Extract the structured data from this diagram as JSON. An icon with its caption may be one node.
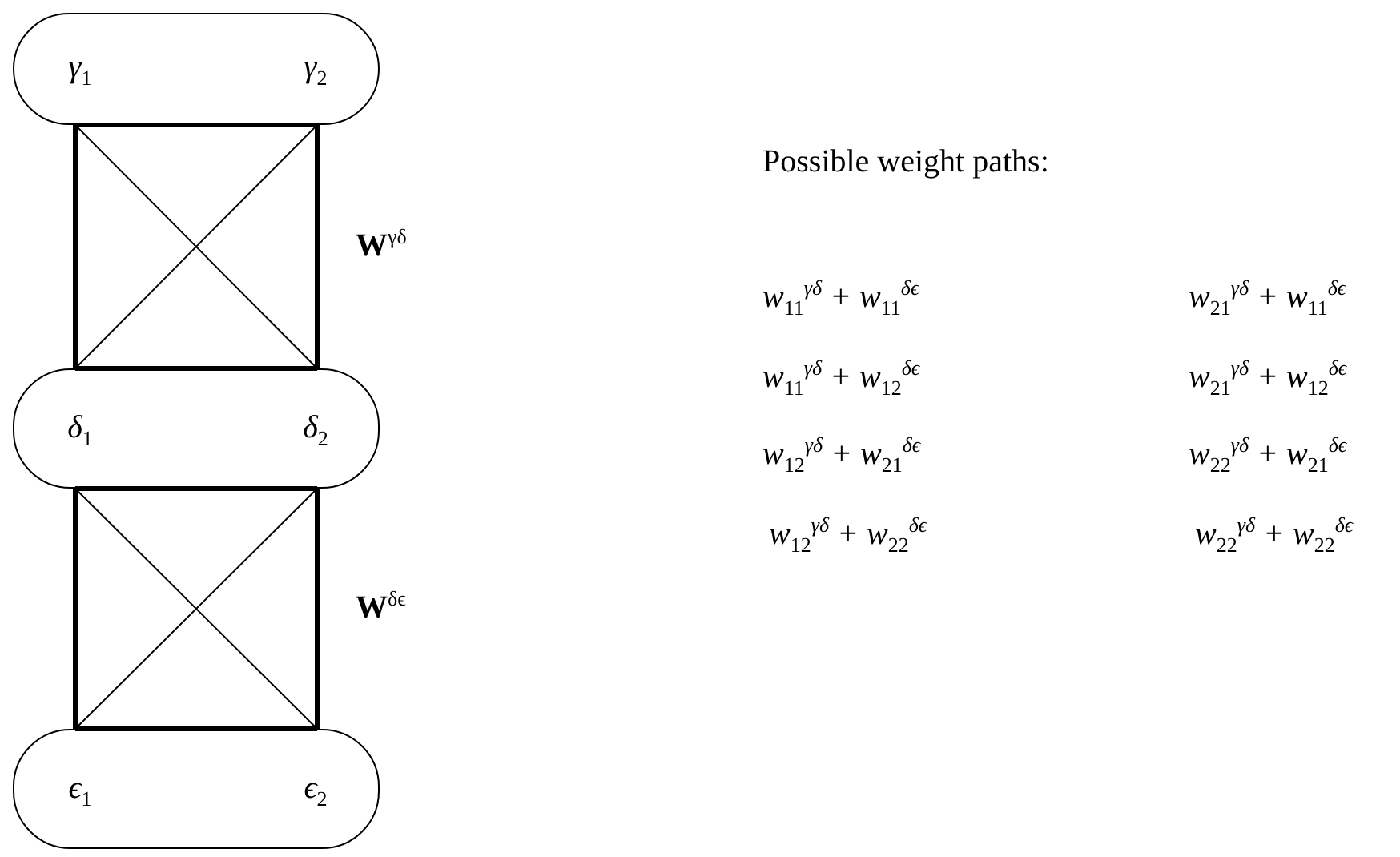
{
  "diagram": {
    "nodes": [
      {
        "text": [],
        "shape": "box"
      },
      {
        "text": [
          "γ$_{1}$"
        ],
        "in": 0
      },
      {
        "text": [
          "γ$_{2}$"
        ],
        "in": 0
      },
      {
        "text": [],
        "shape": "box"
      },
      {
        "text": [
          "δ$_{1}$"
        ],
        "in": 3
      },
      {
        "text": [
          "δ$_{2}$"
        ],
        "in": 3
      },
      {
        "text": [],
        "shape": "box"
      },
      {
        "text": [
          "ϵ$_{1}$"
        ],
        "in": 6
      },
      {
        "text": [
          "ϵ$_{2}$"
        ],
        "in": 6
      }
    ],
    "edges": [
      {
        "from": 1,
        "to": 4,
        "arrow": "none"
      },
      {
        "from": 1,
        "to": 5,
        "arrow": "none"
      },
      {
        "from": 2,
        "to": 4,
        "arrow": "none"
      },
      {
        "from": 2,
        "to": 5,
        "arrow": "none"
      },
      {
        "from": 4,
        "to": 7,
        "arrow": "none"
      },
      {
        "from": 4,
        "to": 8,
        "arrow": "none"
      },
      {
        "from": 5,
        "to": 7,
        "arrow": "none"
      },
      {
        "from": 5,
        "to": 8,
        "arrow": "none"
      },
      {
        "from": 1,
        "to": 2,
        "arrow": "none"
      },
      {
        "from": 4,
        "to": 5,
        "arrow": "none"
      },
      {
        "from": 4,
        "to": 5,
        "arrow": "none"
      },
      {
        "from": 7,
        "to": 8,
        "arrow": "none"
      }
    ],
    "labels": [
      "**W**$^{γδ}$",
      "**W**$^{δϵ}$",
      "Possible weight paths:",
      "w$_{11}$$^{γδ}$ + w$_{11}$$^{δϵ}$",
      "w$_{21}$$^{γδ}$ + w$_{11}$$^{δϵ}$",
      "w$_{11}$$^{γδ}$ + w$_{12}$$^{δϵ}$",
      "w$_{21}$$^{γδ}$ + w$_{12}$$^{δϵ}$",
      "w$_{12}$$^{γδ}$ + w$_{21}$$^{δϵ}$",
      "w$_{22}$$^{γδ}$ + w$_{21}$$^{δϵ}$",
      "w$_{12}$$^{γδ}$ + w$_{22}$$^{δϵ}$",
      "w$_{22}$$^{γδ}$ + w$_{22}$$^{δϵ}$"
    ]
  }
}
